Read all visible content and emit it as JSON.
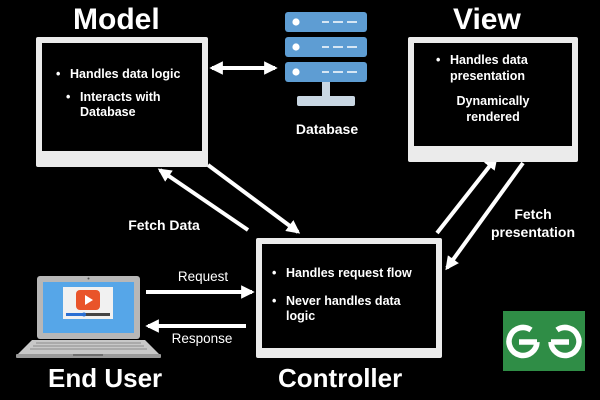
{
  "model": {
    "title": "Model",
    "points": [
      "Handles data logic",
      "Interacts with Database"
    ]
  },
  "view": {
    "title": "View",
    "point": "Handles data presentation",
    "extra": "Dynamically rendered"
  },
  "controller": {
    "title": "Controller",
    "points": [
      "Handles request flow",
      "Never handles data logic"
    ]
  },
  "database": {
    "label": "Database"
  },
  "end_user": {
    "label": "End User"
  },
  "edges": {
    "fetch_data": "Fetch Data",
    "fetch_presentation": "Fetch presentation",
    "request": "Request",
    "response": "Response"
  },
  "logo": {
    "text": "GG",
    "bg_color": "#2f8d46"
  },
  "colors": {
    "background": "#000000",
    "monitor": "#ebebeb",
    "database": "#5e9dd3",
    "laptop_screen": "#56a6e8",
    "play_button": "#e9542a",
    "arrow": "#ffffff"
  }
}
